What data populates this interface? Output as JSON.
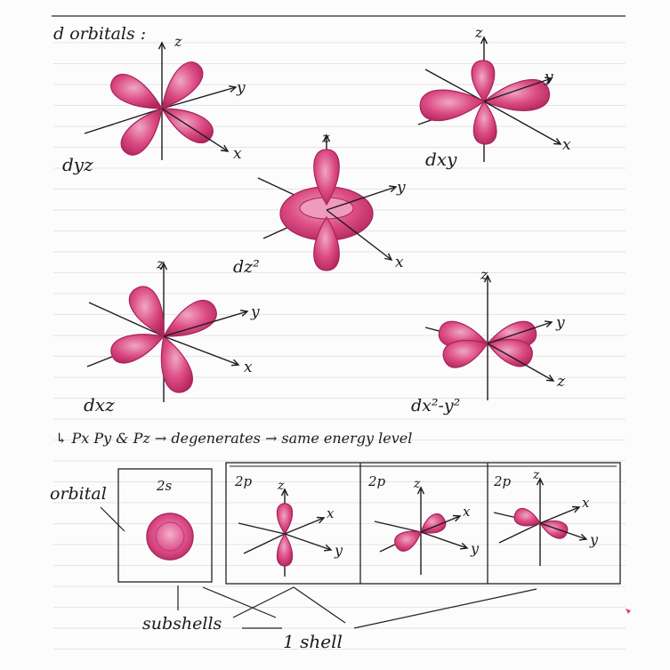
{
  "heading": "d orbitals :",
  "orbitals": {
    "dyz": "dyz",
    "dxy": "dxy",
    "dz2": "dz²",
    "dxz": "dxz",
    "dx2y2": "dx²-y²"
  },
  "axes": {
    "x": "x",
    "y": "y",
    "z": "z"
  },
  "note": "↳ Px Py & Pz → degenerates → same energy level",
  "boxes": {
    "s": "2s",
    "p1": "2p",
    "p2": "2p",
    "p3": "2p"
  },
  "labels": {
    "orbital": "orbital",
    "subshells": "subshells",
    "shell": "1 shell"
  },
  "colors": {
    "lobe": "#d9457f",
    "lobe_dark": "#b2285f",
    "ink": "#1b1b1b",
    "ruled_line": "#e2e2e6"
  }
}
